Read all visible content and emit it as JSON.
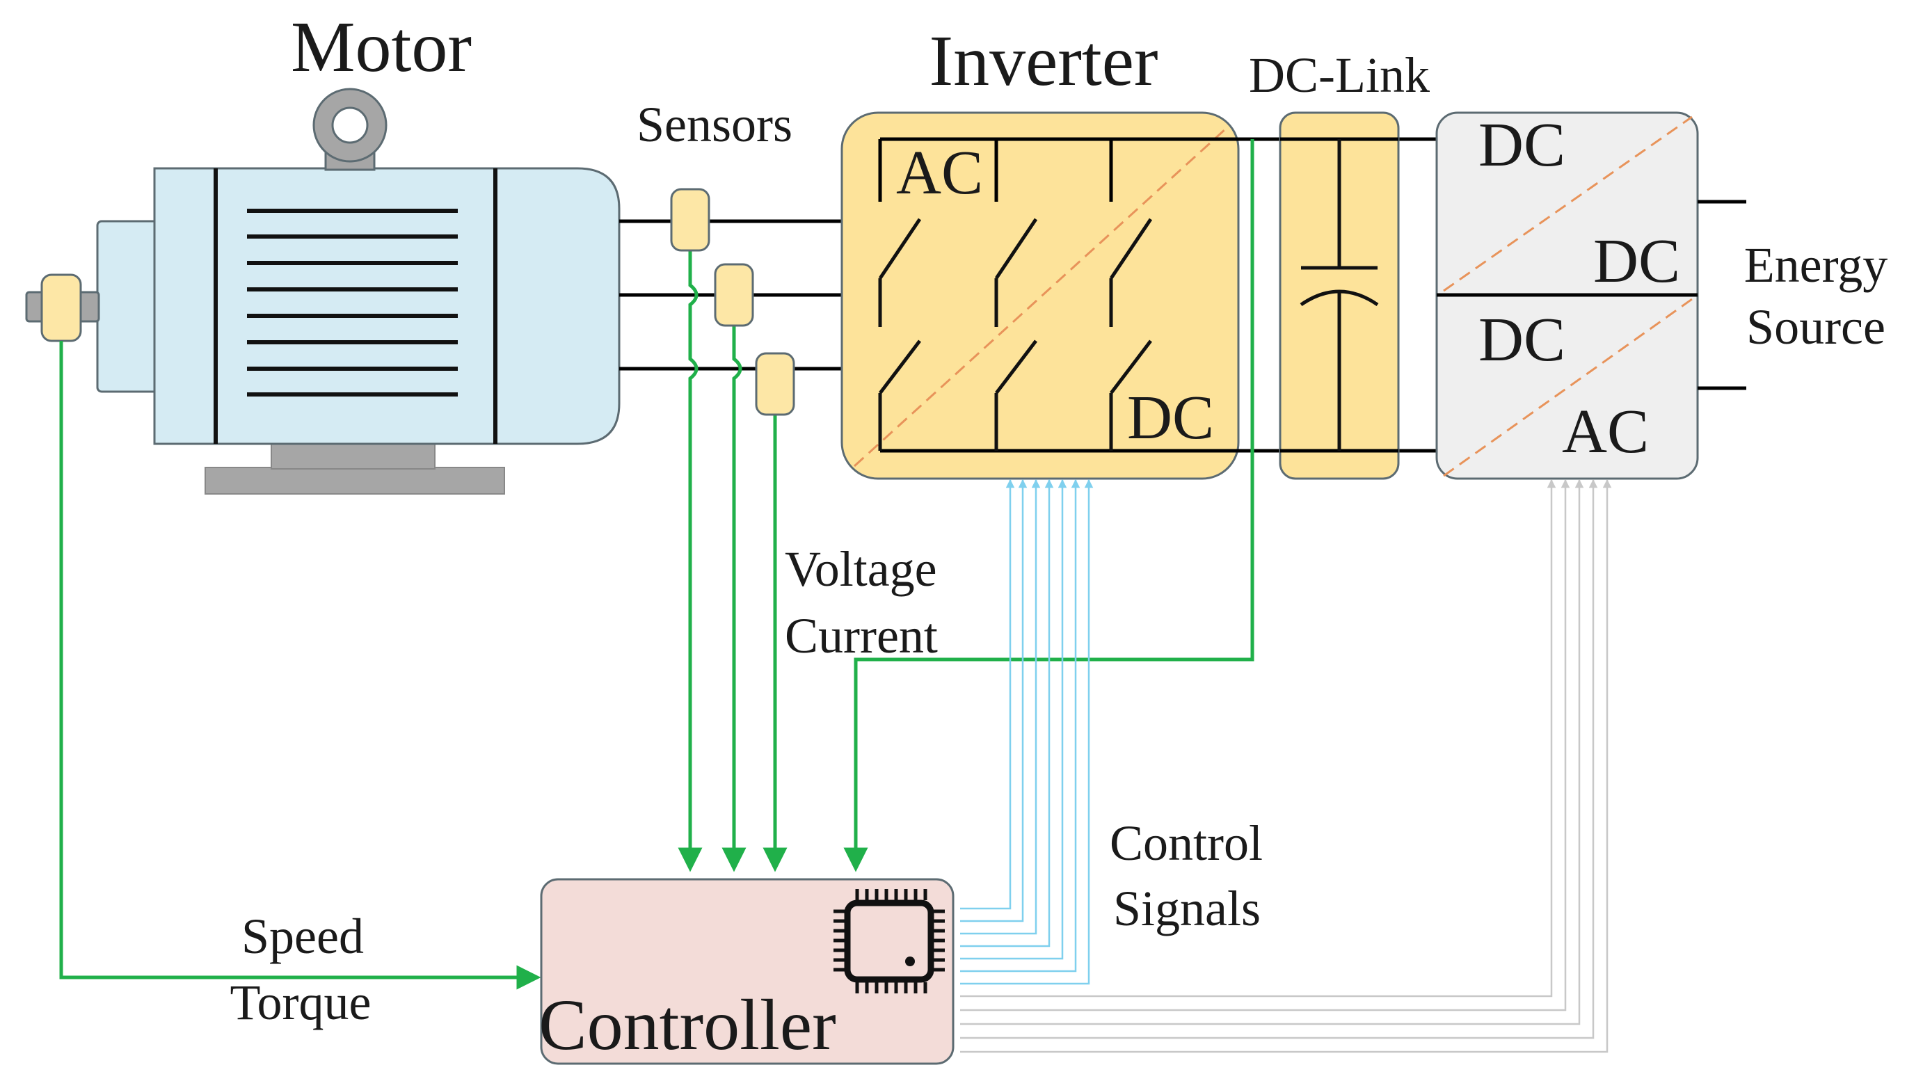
{
  "labels": {
    "motor": "Motor",
    "sensors": "Sensors",
    "inverter": "Inverter",
    "dc_link": "DC-Link",
    "inverter_ac": "AC",
    "inverter_dc": "DC",
    "converter_top_dc1": "DC",
    "converter_top_dc2": "DC",
    "converter_bottom_dc": "DC",
    "converter_bottom_ac": "AC",
    "energy_source_line1": "Energy",
    "energy_source_line2": "Source",
    "voltage": "Voltage",
    "current": "Current",
    "control_line1": "Control",
    "control_line2": "Signals",
    "speed": "Speed",
    "torque": "Torque",
    "controller": "Controller"
  },
  "colors": {
    "motor_body": "#d5ebf3",
    "motor_base": "#a6a6a6",
    "sensor_fill": "#fde7a6",
    "inverter_fill": "#fde39a",
    "converter_fill": "#efefef",
    "controller_fill": "#f3dcd8",
    "feedback_line": "#20b04a",
    "control_line": "#7fd0ee",
    "converter_control_line": "#c8c8c8",
    "diagonal": "#e8935a"
  },
  "icons": {
    "chip": "chip-icon",
    "capacitor": "capacitor-icon"
  }
}
